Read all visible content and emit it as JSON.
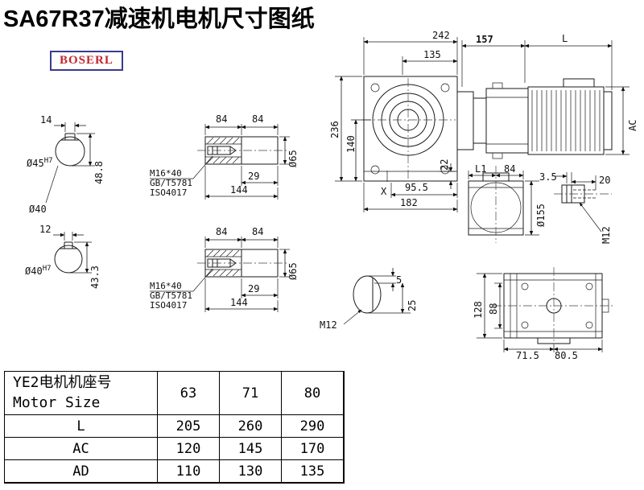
{
  "title": "SA67R37减速机电机尺寸图纸",
  "logo": "BOSERL",
  "section_view_1": {
    "keyway_width": "14",
    "bore_dia": "Ø45",
    "bore_tol": "H7",
    "key_height": "48.8",
    "shaft_dia": "Ø40"
  },
  "section_view_2": {
    "keyway_width": "12",
    "bore_dia": "Ø40",
    "bore_tol": "H7",
    "key_height": "43.3"
  },
  "hub_drawing": {
    "seg_a": "84",
    "seg_b": "84",
    "bolt": "M16*40",
    "standard_1": "GB/T5781",
    "standard_2": "ISO4017",
    "step_len": "29",
    "total_len": "144",
    "hub_dia": "Ø65"
  },
  "front_view": {
    "overall_width": "242",
    "flange_offset": "135",
    "motor_front_len": "157",
    "motor_len_label": "L",
    "overall_height": "236",
    "center_height": "140",
    "foot_height": "22",
    "shaft_offset": "95.5",
    "base_width": "182",
    "x_label": "X",
    "motor_dia_label": "AC"
  },
  "side_view": {
    "l1_label": "L1",
    "width_84": "84",
    "gap_35": "3.5",
    "len_20": "20",
    "flange_dia": "Ø155",
    "thread": "M12"
  },
  "shaft_end_view": {
    "key_offset": "5",
    "key_depth": "25",
    "thread": "M12"
  },
  "bottom_view": {
    "overall": "128",
    "inner": "88",
    "foot_a": "71.5",
    "foot_b": "80.5"
  },
  "table": {
    "header_cn": "YE2电机机座号",
    "header_en": "Motor Size",
    "sizes": [
      "63",
      "71",
      "80"
    ],
    "rows": [
      {
        "label": "L",
        "values": [
          "205",
          "260",
          "290"
        ]
      },
      {
        "label": "AC",
        "values": [
          "120",
          "145",
          "170"
        ]
      },
      {
        "label": "AD",
        "values": [
          "110",
          "130",
          "135"
        ]
      }
    ]
  }
}
